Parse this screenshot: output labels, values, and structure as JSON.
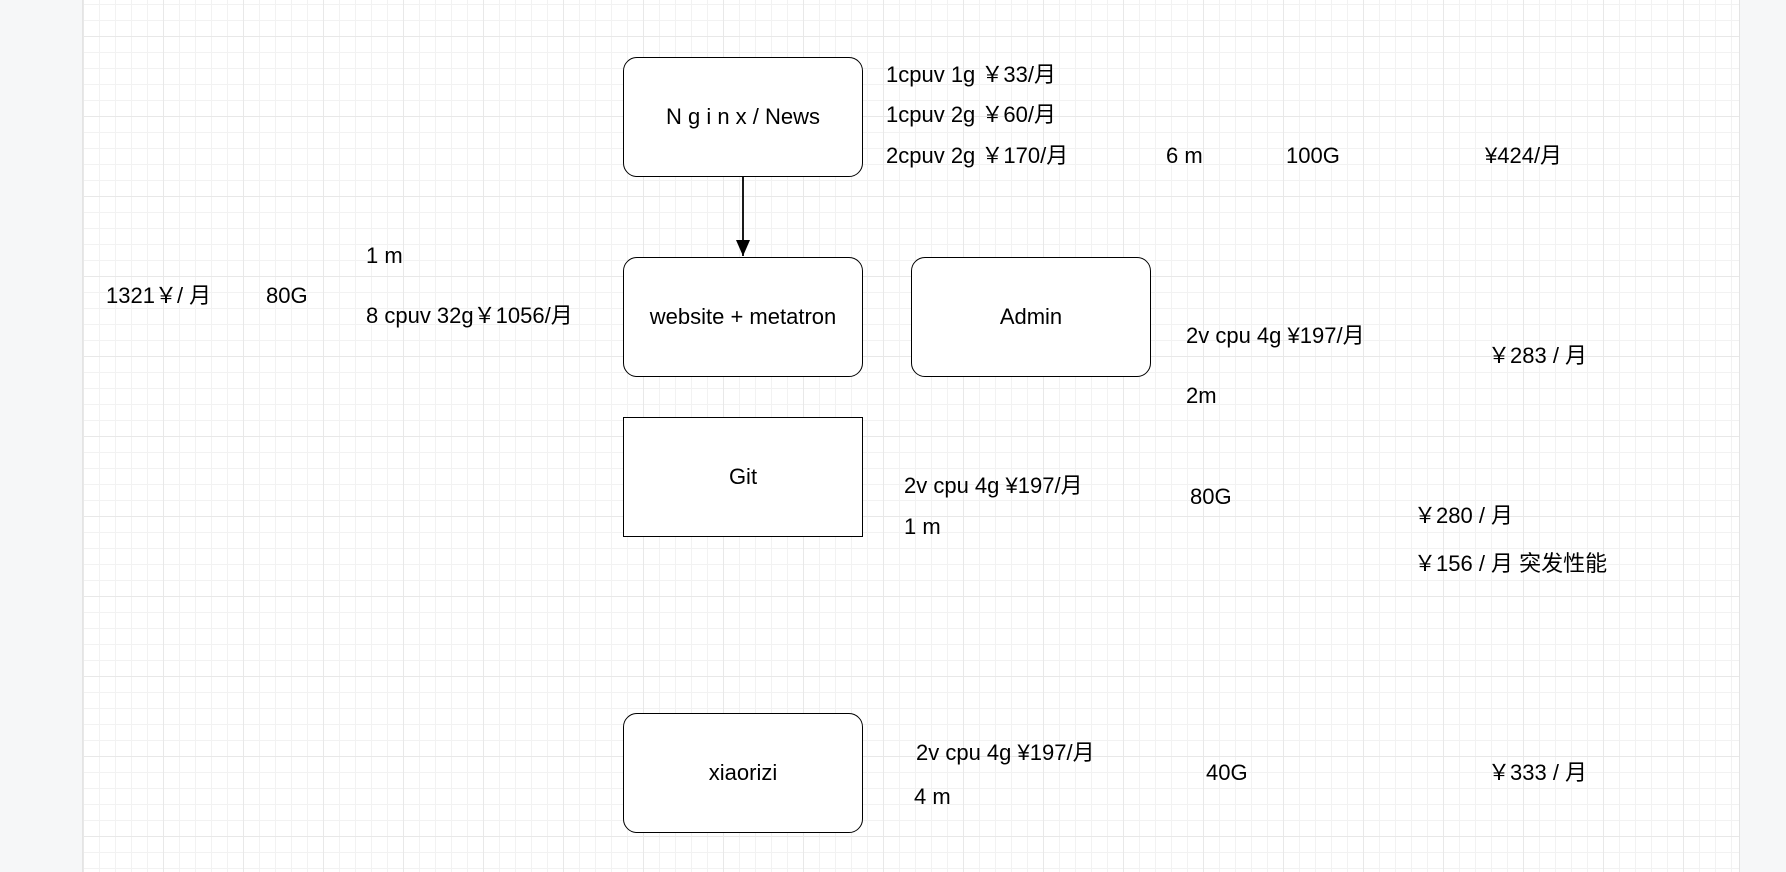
{
  "nodes": {
    "nginx": "N g i n x / News",
    "website": "website + metatron",
    "admin": "Admin",
    "git": "Git",
    "xiaorizi": "xiaorizi"
  },
  "labels": {
    "nginx_spec_1": "1cpuv 1g ￥33/月",
    "nginx_spec_2": "1cpuv 2g ￥60/月",
    "nginx_spec_3": "2cpuv 2g ￥170/月",
    "nginx_bandwidth": "6 m",
    "nginx_disk": "100G",
    "nginx_total": "¥424/月",
    "website_bandwidth": "1 m",
    "website_total": "1321￥/ 月",
    "website_disk": "80G",
    "website_spec": "8 cpuv 32g￥1056/月",
    "admin_spec": "2v cpu 4g  ¥197/月",
    "admin_bandwidth": "2m",
    "admin_total": "￥283 / 月",
    "git_spec": "2v cpu 4g  ¥197/月",
    "git_bandwidth": "1 m",
    "git_disk": "80G",
    "git_total": "￥280 / 月",
    "git_burst": "￥156 / 月  突发性能",
    "xiaorizi_spec": "2v cpu 4g  ¥197/月",
    "xiaorizi_bandwidth": "4 m",
    "xiaorizi_disk": "40G",
    "xiaorizi_total": "￥333 / 月"
  },
  "edges": [
    {
      "from": "nginx",
      "to": "website"
    }
  ]
}
